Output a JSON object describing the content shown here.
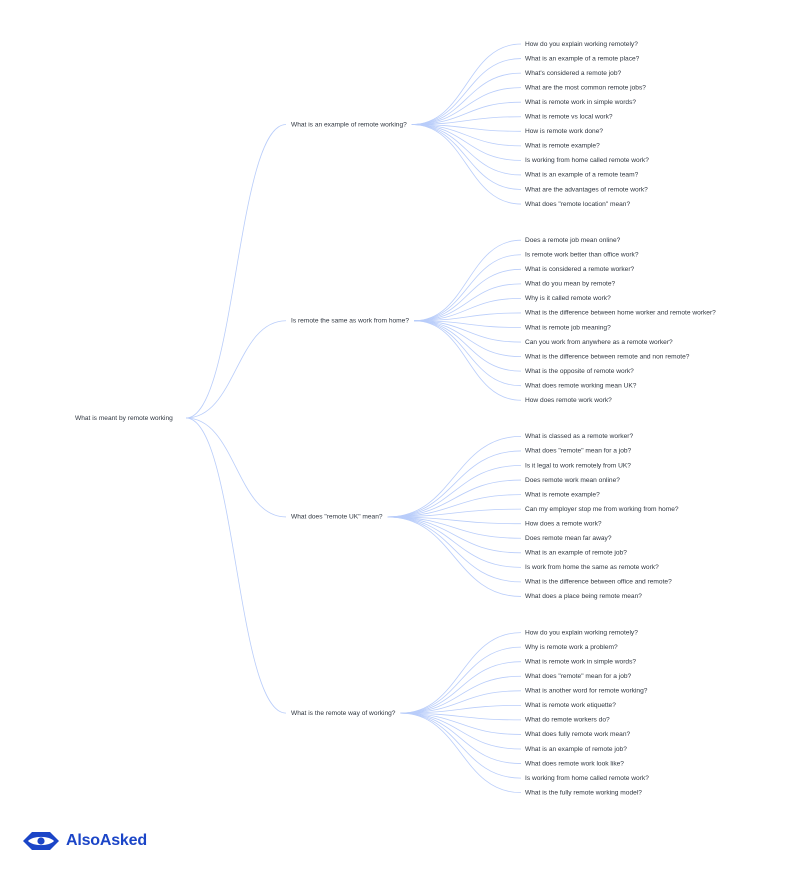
{
  "brand": {
    "name": "AlsoAsked",
    "logo_icon": "alsoasked-eye-logo-icon",
    "color": "#1b45c7"
  },
  "colors": {
    "link": "#b9cdfa",
    "text": "#2f3640",
    "background": "#ffffff"
  },
  "tree": {
    "root": "What is meant by remote working",
    "branches": [
      {
        "question": "What is an example of remote working?",
        "children": [
          "How do you explain working remotely?",
          "What is an example of a remote place?",
          "What's considered a remote job?",
          "What are the most common remote jobs?",
          "What is remote work in simple words?",
          "What is remote vs local work?",
          "How is remote work done?",
          "What is remote example?",
          "Is working from home called remote work?",
          "What is an example of a remote team?",
          "What are the advantages of remote work?",
          "What does \"remote location\" mean?"
        ]
      },
      {
        "question": "Is remote the same as work from home?",
        "children": [
          "Does a remote job mean online?",
          "Is remote work better than office work?",
          "What is considered a remote worker?",
          "What do you mean by remote?",
          "Why is it called remote work?",
          "What is the difference between home worker and remote worker?",
          "What is remote job meaning?",
          "Can you work from anywhere as a remote worker?",
          "What is the difference between remote and non remote?",
          "What is the opposite of remote work?",
          "What does remote working mean UK?",
          "How does remote work work?"
        ]
      },
      {
        "question": "What does \"remote UK\" mean?",
        "children": [
          "What is classed as a remote worker?",
          "What does \"remote\" mean for a job?",
          "Is it legal to work remotely from UK?",
          "Does remote work mean online?",
          "What is remote example?",
          "Can my employer stop me from working from home?",
          "How does a remote work?",
          "Does remote mean far away?",
          "What is an example of remote job?",
          "Is work from home the same as remote work?",
          "What is the difference between office and remote?",
          "What does a place being remote mean?"
        ]
      },
      {
        "question": "What is the remote way of working?",
        "children": [
          "How do you explain working remotely?",
          "Why is remote work a problem?",
          "What is remote work in simple words?",
          "What does \"remote\" mean for a job?",
          "What is another word for remote working?",
          "What is remote work etiquette?",
          "What do remote workers do?",
          "What does fully remote work mean?",
          "What is an example of remote job?",
          "What does remote work look like?",
          "Is working from home called remote work?",
          "What is the fully remote working model?"
        ]
      }
    ]
  }
}
